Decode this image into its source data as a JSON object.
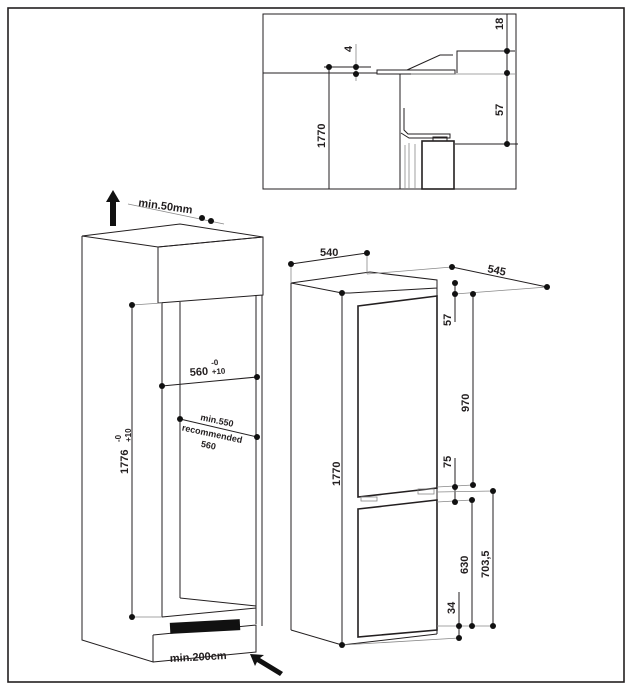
{
  "inset": {
    "dim_4": "4",
    "dim_18": "18",
    "dim_57": "57",
    "dim_1770": "1770"
  },
  "cabinet": {
    "top_gap": "min.50mm",
    "height": "1776",
    "height_tol_minus": "-0",
    "height_tol_plus": "+10",
    "width": "560",
    "width_tol_minus": "-0",
    "width_tol_plus": "+10",
    "depth_min": "min.550",
    "depth_recommended": "recommended",
    "depth_recommended_value": "560",
    "vent": "min.200cm"
  },
  "fridge": {
    "width": "540",
    "depth": "545",
    "height": "1770",
    "dim_57": "57",
    "dim_970": "970",
    "dim_75": "75",
    "dim_630": "630",
    "dim_703_5": "703,5",
    "dim_34": "34"
  }
}
